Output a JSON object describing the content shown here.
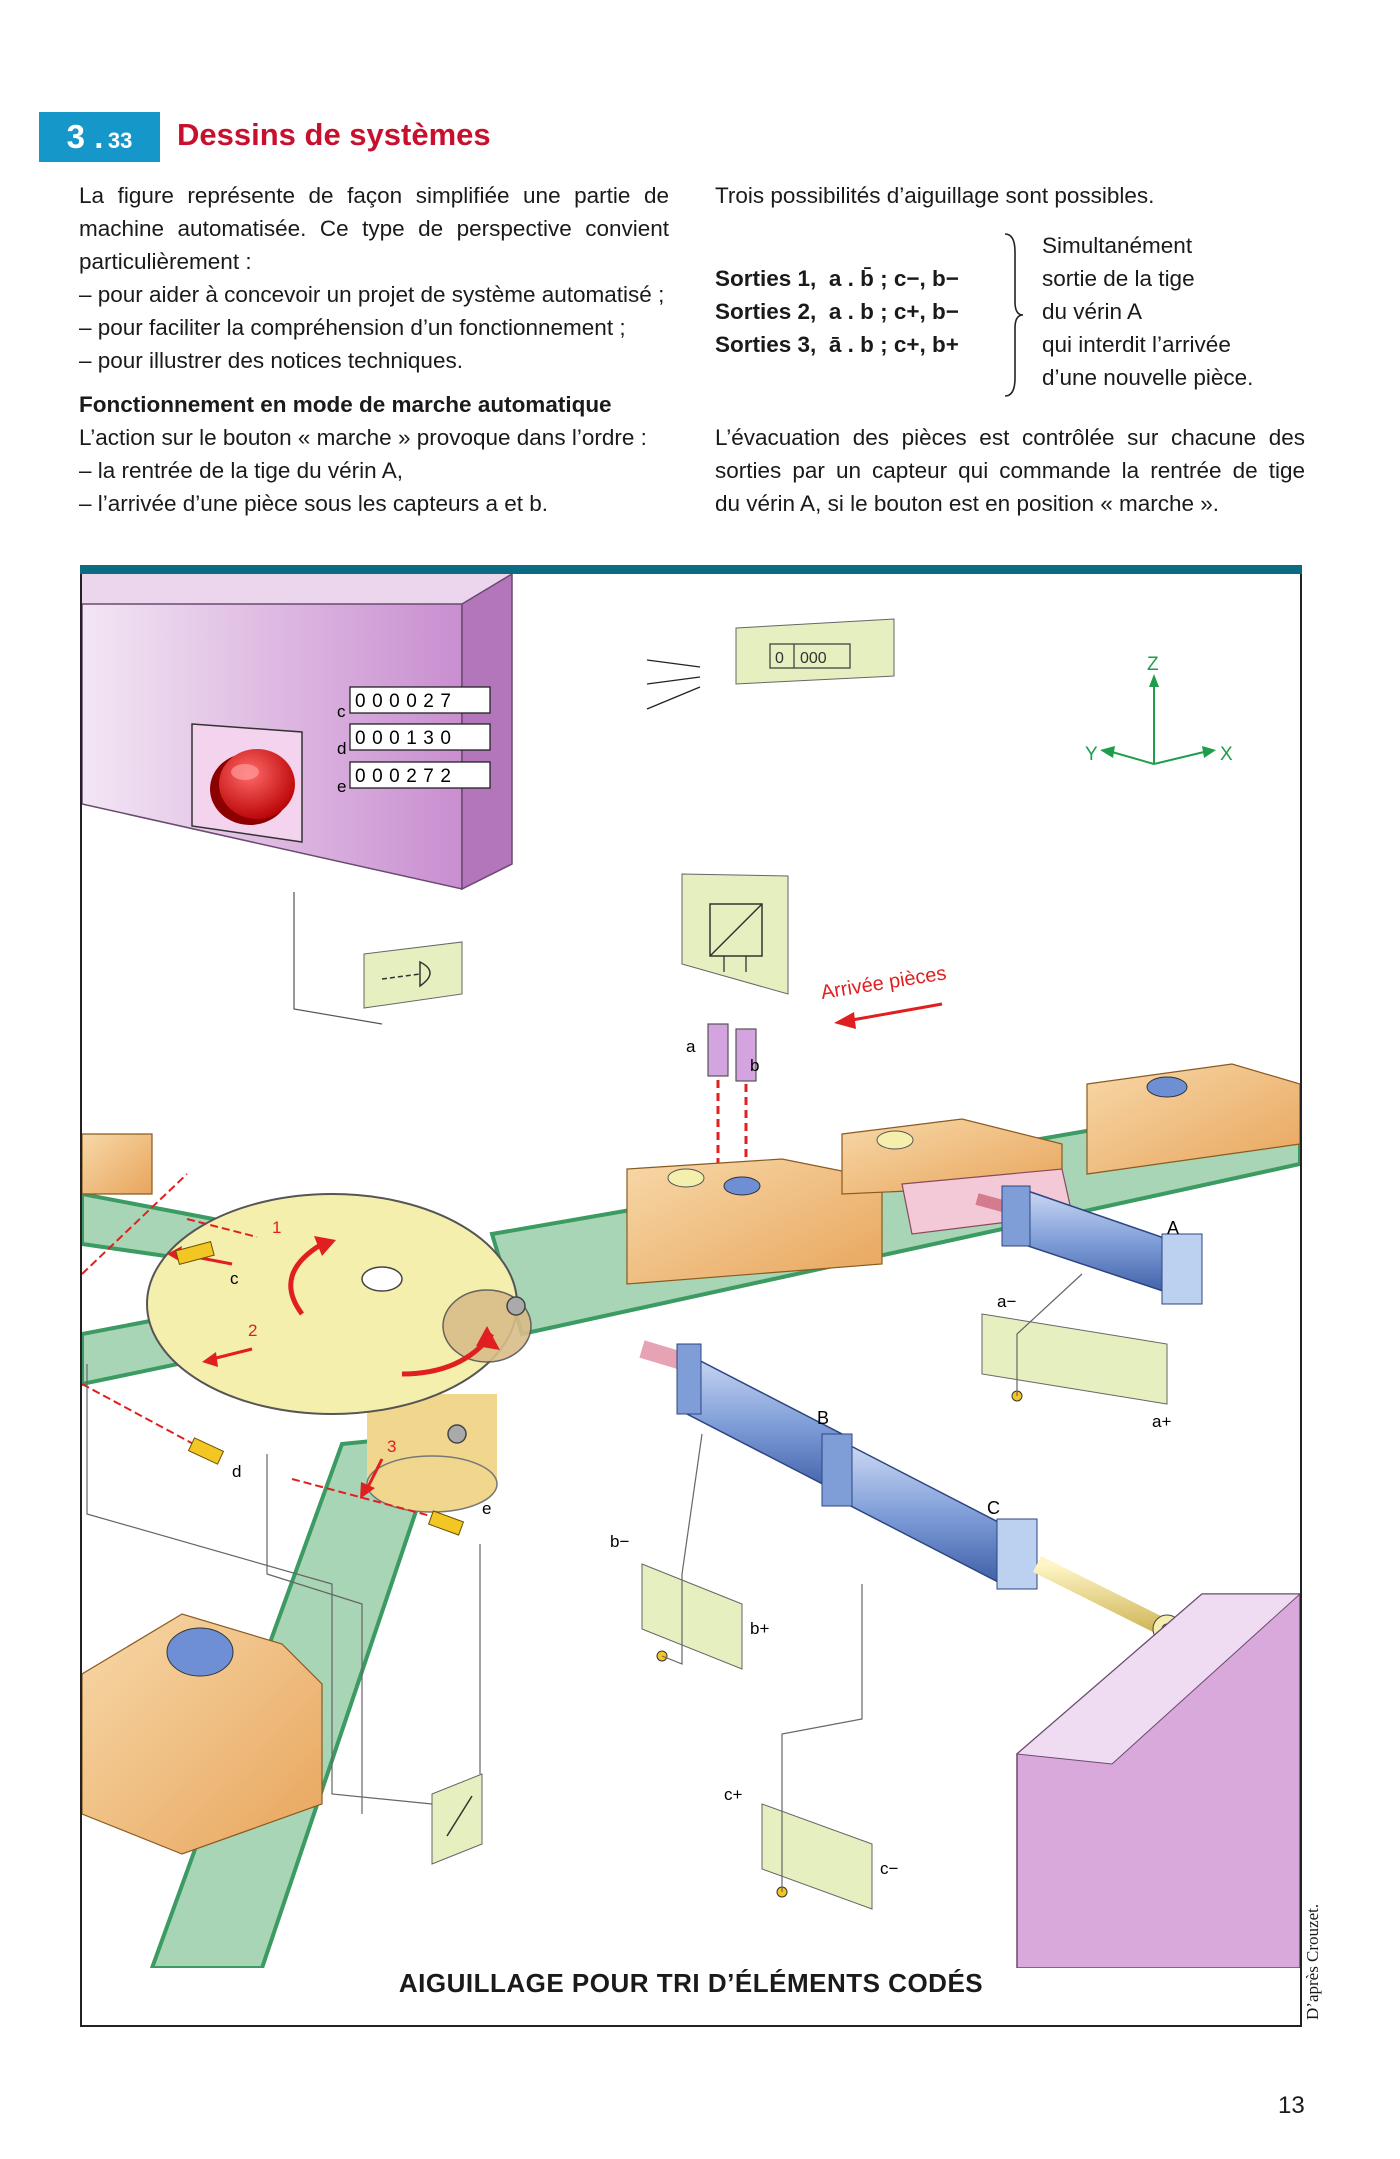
{
  "section": {
    "number_main": "3 .",
    "number_sub": "33",
    "title": "Dessins de systèmes"
  },
  "left_column": {
    "intro_lines": [
      "La figure représente de façon simplifiée une partie de",
      "machine automatisée. Ce type de perspective convient",
      "particulièrement :",
      "–  pour aider à concevoir un projet de système automatisé ;",
      "–  pour faciliter la compréhension d’un fonctionnement ;",
      "–  pour illustrer des notices techniques."
    ],
    "heading": "Fonctionnement en mode de marche automatique",
    "action_lines": [
      "L’action sur le bouton « marche » provoque dans l’ordre :",
      "–  la rentrée de la tige du vérin A,",
      "–  l’arrivée d’une pièce sous les capteurs a et b."
    ]
  },
  "right_column": {
    "intro": "Trois possibilités d’aiguillage sont possibles.",
    "outputs": [
      {
        "label": "Sorties 1,",
        "expr": "a . b̄  ;  c−, b−"
      },
      {
        "label": "Sorties 2,",
        "expr": "a . b  ;  c+, b−"
      },
      {
        "label": "Sorties 3,",
        "expr": "ā . b  ;  c+, b+"
      }
    ],
    "note_lines": [
      "Simultanément",
      "sortie de la tige",
      "du vérin A",
      "qui interdit l’arrivée",
      "d’une nouvelle pièce."
    ],
    "evac_lines": [
      "L’évacuation des pièces est contrôlée sur chacune des",
      "sorties par un capteur qui commande la rentrée de tige",
      "du vérin A, si le bouton est en position « marche »."
    ]
  },
  "figure": {
    "counters": [
      {
        "label": "c",
        "digits": "000027"
      },
      {
        "label": "d",
        "digits": "000130"
      },
      {
        "label": "e",
        "digits": "000272"
      }
    ],
    "arrival_label": "Arrivée pièces",
    "axes": {
      "z": "Z",
      "y": "Y",
      "x": "X"
    },
    "sensor_labels": {
      "a": "a",
      "b": "b",
      "c": "c",
      "d": "d",
      "e": "e"
    },
    "cylinder_labels": {
      "A": "A",
      "B": "B",
      "C": "C"
    },
    "valve_labels": {
      "a_minus": "a−",
      "a_plus": "a+",
      "b_minus": "b−",
      "b_plus": "b+",
      "c_plus": "c+",
      "c_minus": "c−"
    },
    "exit_numbers": [
      "1",
      "2",
      "3"
    ],
    "caption": "AIGUILLAGE POUR TRI D’ÉLÉMENTS CODÉS",
    "colors": {
      "belt": "#a8d5b5",
      "belt_edge": "#3c9a63",
      "box": "#f2c58a",
      "panel": "#d9a9dc",
      "cylinder": "#7f9ed8",
      "red": "#e02020",
      "plate": "#f5efae",
      "valve": "#e6efbf"
    }
  },
  "credit": "D’après Crouzet.",
  "page_number": "13"
}
